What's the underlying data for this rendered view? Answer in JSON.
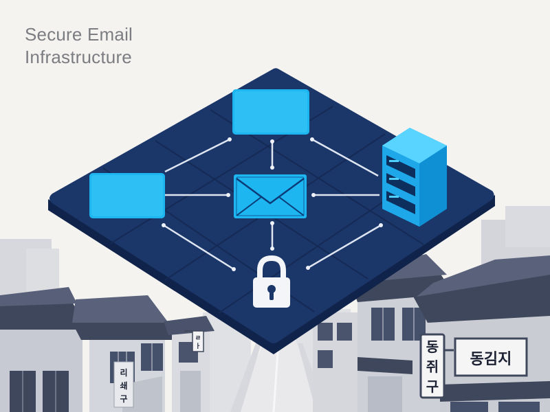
{
  "title": {
    "line1": "Secure Email",
    "line2": "Infrastructure"
  },
  "signs": {
    "shop_sign_horizontal": "동김지",
    "hanging_sign_top": "동",
    "hanging_sign_middle": "쥐",
    "hanging_sign_bottom": "구",
    "left_wall_sign_top": "리",
    "left_wall_sign_middle": "쇄",
    "left_wall_sign_bottom": "구",
    "small_hanging_sign_top": "ㄹ",
    "small_hanging_sign_bottom": "ㅏ"
  },
  "colors": {
    "background": "#f4f3f0",
    "platform": "#1b3669",
    "platform_edge": "#10234a",
    "accent_blue": "#1eb6f0",
    "connector_lines": "#dfe6f2",
    "rooftops": "#3f475c",
    "buildings": "#c3c6cf",
    "title_text": "#7c7d82"
  },
  "icons": [
    "envelope-icon",
    "server-icon",
    "padlock-icon",
    "window-icon"
  ]
}
